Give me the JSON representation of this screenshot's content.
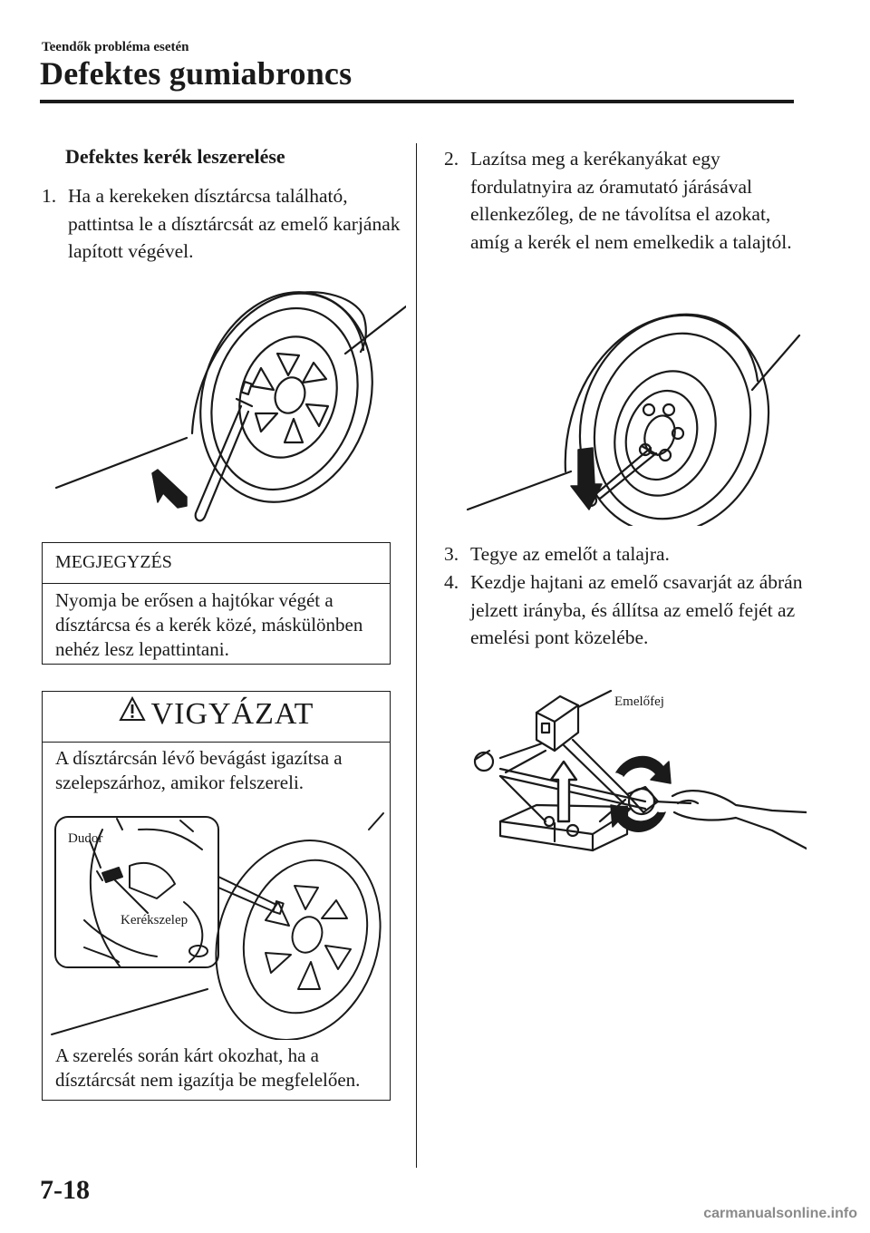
{
  "header": {
    "section_label": "Teendők probléma esetén",
    "title": "Defektes gumiabroncs"
  },
  "left": {
    "subheading": "Defektes kerék leszerelése",
    "step1": {
      "num": "1.",
      "text": "Ha a kerekeken dísztárcsa található, pattintsa le a dísztárcsát az emelő karjának lapított végével."
    },
    "note": {
      "heading": "MEGJEGYZÉS",
      "body": "Nyomja be erősen a hajtókar végét a dísztárcsa és a kerék közé, máskülönben nehéz lesz lepattintani."
    },
    "caution": {
      "heading": "VIGYÁZAT",
      "text1": "A dísztárcsán lévő bevágást igazítsa a szelepszárhoz, amikor felszereli.",
      "label_dudor": "Dudor",
      "label_kerekszelep": "Kerékszelep",
      "text2": "A szerelés során kárt okozhat, ha a dísztárcsát nem igazítja be megfelelően."
    }
  },
  "right": {
    "step2": {
      "num": "2.",
      "text": "Lazítsa meg a kerékanyákat egy fordulatnyira az óramutató járásával ellenkezőleg, de ne távolítsa el azokat, amíg a kerék el nem emelkedik a talajtól."
    },
    "step3": {
      "num": "3.",
      "text": "Tegye az emelőt a talajra."
    },
    "step4": {
      "num": "4.",
      "text": "Kezdje hajtani az emelő csavarját az ábrán jelzett irányba, és állítsa az emelő fejét az emelési pont közelébe."
    },
    "label_emelofej": "Emelőfej"
  },
  "footer": {
    "page_number": "7-18",
    "watermark": "carmanualsonline.info"
  }
}
